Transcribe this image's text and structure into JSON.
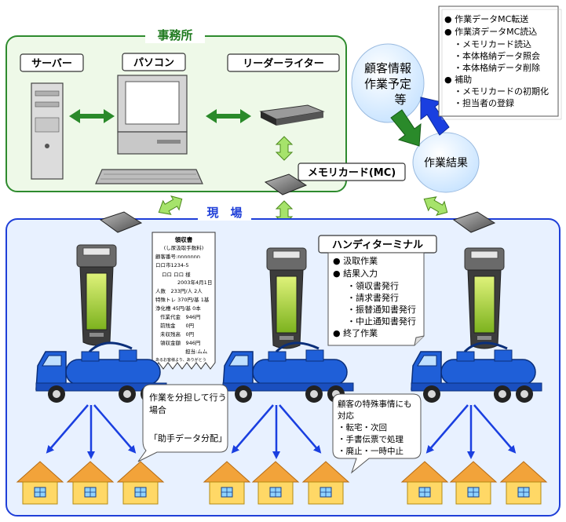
{
  "office": {
    "title": "事務所"
  },
  "field": {
    "title": "現　場"
  },
  "labels": {
    "server": "サーバー",
    "pc": "パソコン",
    "reader_writer": "リーダーライター",
    "memory_card": "メモリカード(MC)",
    "handy_terminal": "ハンディターミナル"
  },
  "customer_info": {
    "lines": [
      "顧客情報",
      "作業予定",
      "等"
    ]
  },
  "work_result": {
    "label": "作業結果"
  },
  "office_functions": {
    "items": [
      "● 作業データMC転送",
      "● 作業済データMC読込",
      "・メモリカード読込",
      "・本体格納データ照会",
      "・本体格納データ削除",
      "● 補助",
      "・メモリカードの初期化",
      "・担当者の登録"
    ]
  },
  "terminal_functions": {
    "items": [
      "● 汲取作業",
      "● 結果入力",
      "・領収書発行",
      "・請求書発行",
      "・振替通知書発行",
      "・中止通知書発行",
      "● 終了作業"
    ]
  },
  "receipt": {
    "lines": [
      "領収書",
      "(し尿汲取手数料)",
      "顧客番号:nnnnnnn",
      "ロロ市1234-5",
      "ロロ ロロ 様",
      "2003年4月1日",
      "人数　233円/人 2人",
      "特殊トレ 370円/基 1基",
      "浄化槽 45円/基 0本",
      "作業代金　946円",
      "前残金　　0円",
      "未収残高　0円",
      "領収金額　946円",
      "担当:ムム",
      "あるお客様より、ありがとう"
    ]
  },
  "callout_split": {
    "lines": [
      "作業を分担して行う",
      "場合",
      "",
      "「助手データ分配」"
    ]
  },
  "callout_special": {
    "lines": [
      "顧客の特殊事情にも",
      "対応",
      "・転宅・次回",
      "・手書伝票で処理",
      "・廃止・一時中止"
    ]
  },
  "colors": {
    "office_border": "#2e8b2e",
    "office_bg": "#eef9e8",
    "field_border": "#1f3fd8",
    "field_bg": "#e8f1ff",
    "arrow_green": "#2a8a2a",
    "arrow_blue": "#1a3fe0",
    "arrow_light_green": "#a6e36b",
    "truck_blue": "#1f5fd8",
    "house_roof": "#f2a33a",
    "house_wall": "#ffd866",
    "terminal_screen": "#b8e030"
  }
}
